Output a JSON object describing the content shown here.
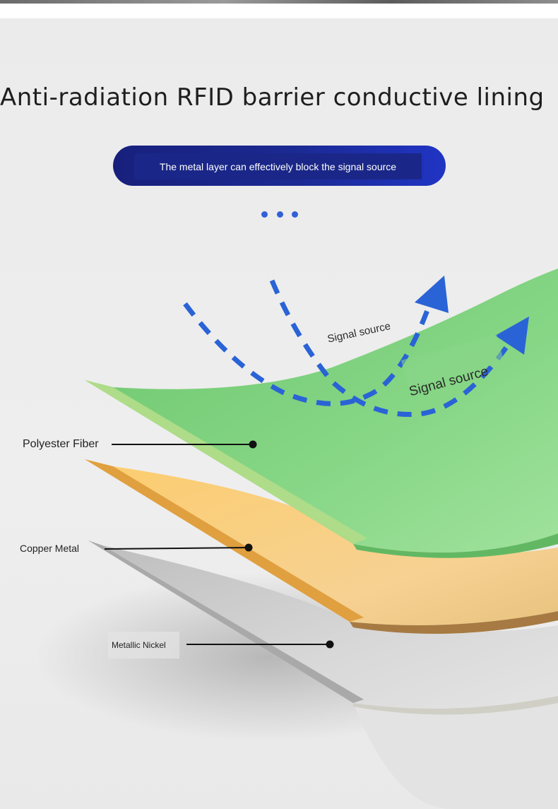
{
  "title": "Anti-radiation RFID barrier conductive lining",
  "banner": {
    "text": "The metal layer can effectively block the signal source"
  },
  "signals": {
    "label_small": "Signal source",
    "label_large": "Signal source"
  },
  "layers": [
    {
      "label": "Polyester Fiber",
      "color": "#7cd27a"
    },
    {
      "label": "Copper Metal",
      "color": "#f1c069"
    },
    {
      "label": "Metallic Nickel",
      "color": "#c9c9c9"
    }
  ],
  "colors": {
    "accent_blue": "#2a63d6",
    "banner_navy": "#1a2788"
  }
}
